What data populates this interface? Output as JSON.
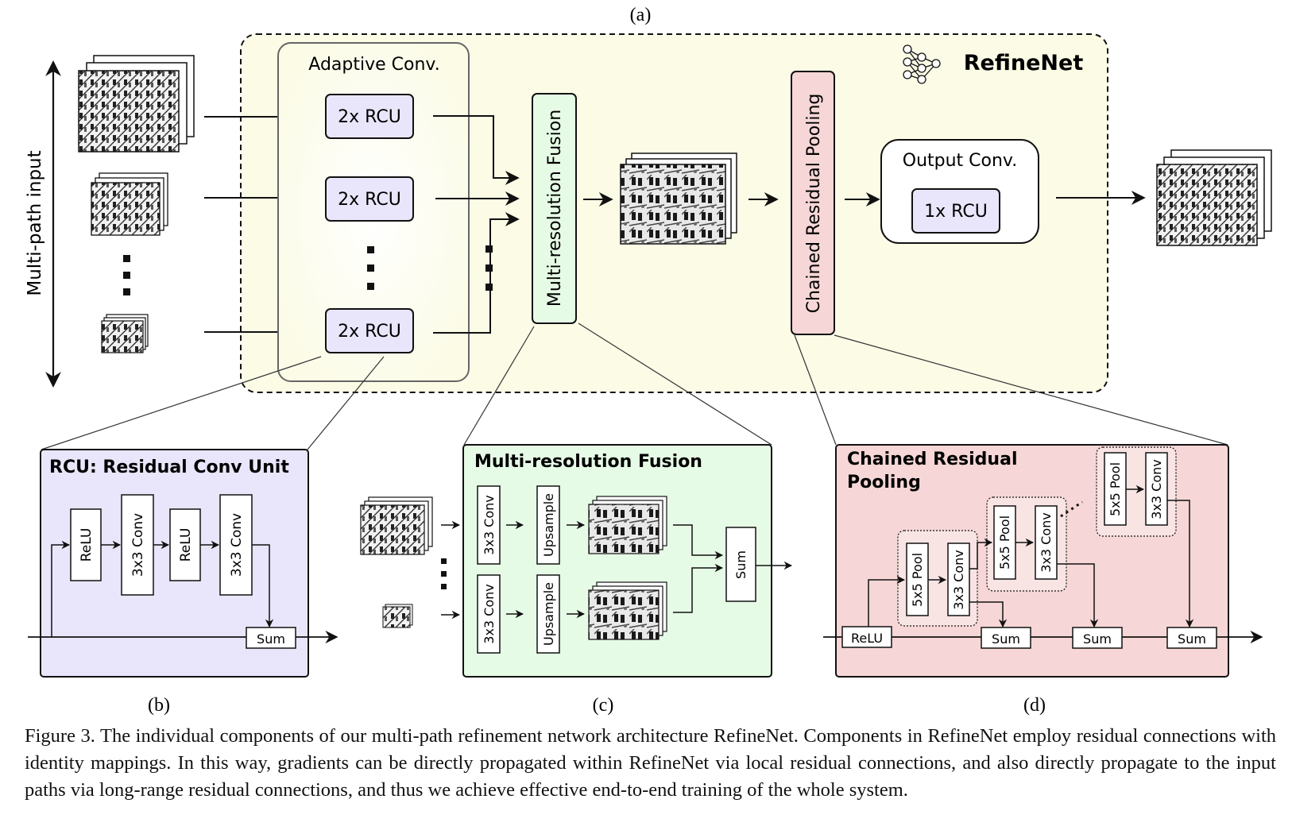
{
  "panel_labels": {
    "a": "(a)",
    "b": "(b)",
    "c": "(c)",
    "d": "(d)"
  },
  "main": {
    "input_label": "Multi-path input",
    "network_name": "RefineNet",
    "adaptive_conv_title": "Adaptive Conv.",
    "rcu_blocks": [
      "2x RCU",
      "2x RCU",
      "2x RCU"
    ],
    "fusion_label": "Multi-resolution Fusion",
    "crp_label": "Chained Residual Pooling",
    "output_conv_title": "Output Conv.",
    "output_rcu": "1x RCU"
  },
  "rcu_detail": {
    "title": "RCU: Residual Conv Unit",
    "layers": [
      "ReLU",
      "3x3 Conv",
      "ReLU",
      "3x3 Conv"
    ],
    "sum": "Sum"
  },
  "fusion_detail": {
    "title": "Multi-resolution Fusion",
    "conv": [
      "3x3 Conv",
      "3x3 Conv"
    ],
    "upsample": [
      "Upsample",
      "Upsample"
    ],
    "sum": "Sum"
  },
  "crp_detail": {
    "title_line1": "Chained Residual",
    "title_line2": "Pooling",
    "relu": "ReLU",
    "pool": [
      "5x5 Pool",
      "5x5 Pool",
      "5x5 Pool"
    ],
    "conv": [
      "3x3 Conv",
      "3x3 Conv",
      "3x3 Conv"
    ],
    "sums": [
      "Sum",
      "Sum",
      "Sum"
    ]
  },
  "caption": "Figure 3. The individual components of our multi-path refinement network architecture RefineNet. Components in RefineNet employ residual connections with identity mappings. In this way, gradients can be directly propagated within RefineNet via local residual connections, and also directly propagate to the input paths via long-range residual connections, and thus we achieve effective end-to-end training of the whole system.",
  "colors": {
    "refinenet_bg": "#fbfbe6",
    "rcu_fill": "#e9e6fb",
    "fusion_fill": "#e6fbe6",
    "crp_fill": "#f6d6d6"
  }
}
